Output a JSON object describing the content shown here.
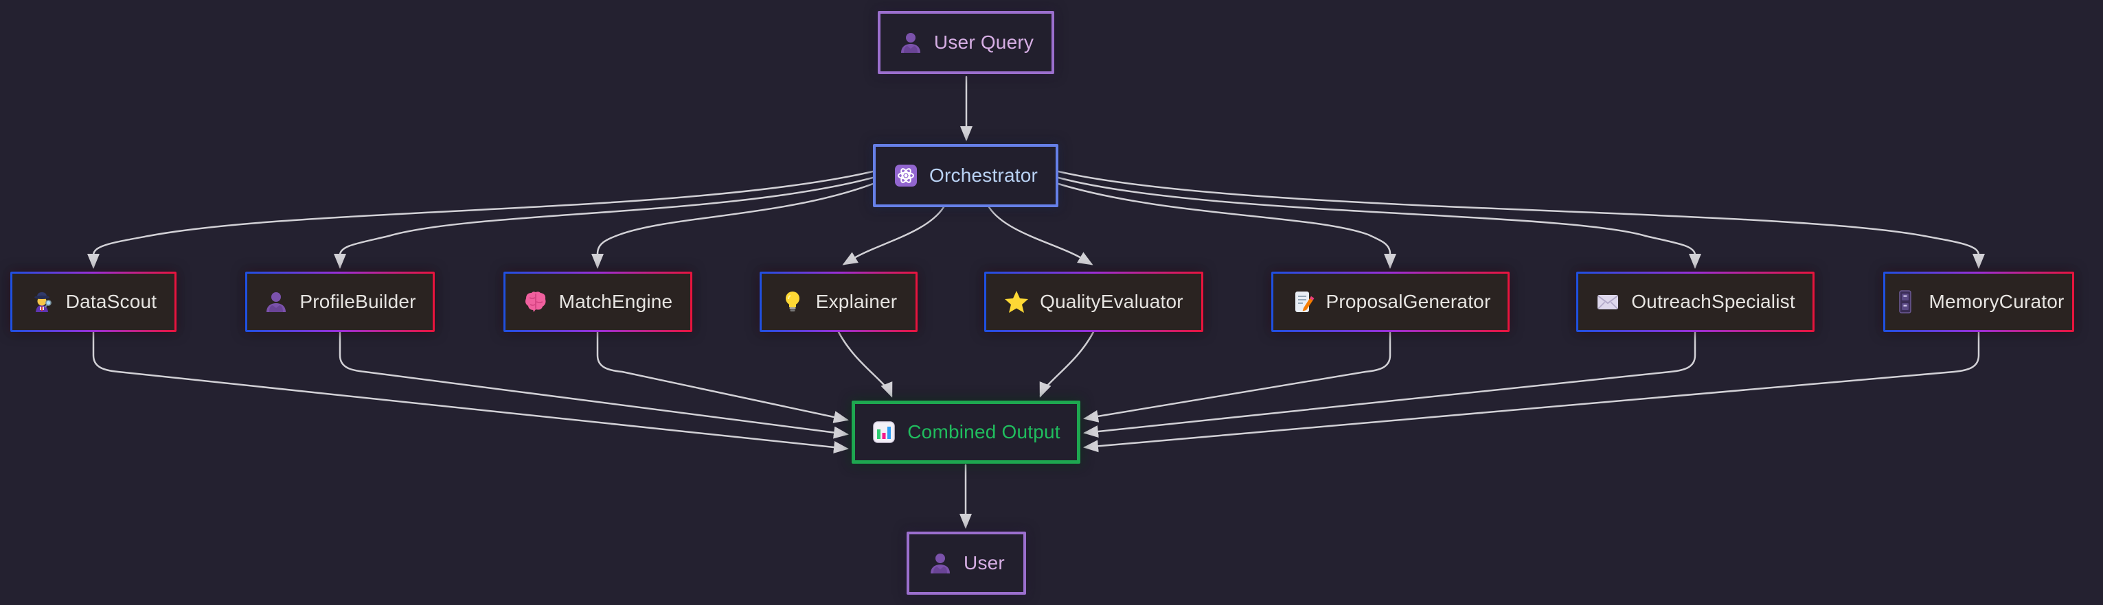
{
  "diagram": {
    "background_color": "#242130",
    "arrow_color": "#d2d1d6",
    "agent_border_gradient": [
      "#1e50e0",
      "#9b2fd6",
      "#e8143c"
    ],
    "agent_fill": "#2a2321"
  },
  "nodes": [
    {
      "id": "user_query",
      "label": "User Query",
      "icon": "user-icon",
      "border_color": "#9b6fce",
      "text_color": "#d6aee4"
    },
    {
      "id": "orchestrator",
      "label": "Orchestrator",
      "icon": "atom-icon",
      "border_color": "#6680e8",
      "text_color": "#b9d2f4"
    },
    {
      "id": "datascout",
      "label": "DataScout",
      "icon": "detective-icon",
      "text_color": "#e6e4e1"
    },
    {
      "id": "profilebuilder",
      "label": "ProfileBuilder",
      "icon": "user-icon",
      "text_color": "#e6e4e1"
    },
    {
      "id": "matchengine",
      "label": "MatchEngine",
      "icon": "brain-icon",
      "text_color": "#e6e4e1"
    },
    {
      "id": "explainer",
      "label": "Explainer",
      "icon": "lightbulb-icon",
      "text_color": "#e6e4e1"
    },
    {
      "id": "qualityevaluator",
      "label": "QualityEvaluator",
      "icon": "star-icon",
      "text_color": "#e6e4e1"
    },
    {
      "id": "proposalgenerator",
      "label": "ProposalGenerator",
      "icon": "memo-icon",
      "text_color": "#e6e4e1"
    },
    {
      "id": "outreachspecialist",
      "label": "OutreachSpecialist",
      "icon": "envelope-icon",
      "text_color": "#e6e4e1"
    },
    {
      "id": "memorycurator",
      "label": "MemoryCurator",
      "icon": "file-cabinet-icon",
      "text_color": "#e6e4e1"
    },
    {
      "id": "combined_output",
      "label": "Combined Output",
      "icon": "bar-chart-icon",
      "border_color": "#1ea750",
      "text_color": "#20bd5e"
    },
    {
      "id": "user",
      "label": "User",
      "icon": "user-icon",
      "border_color": "#9b6fce",
      "text_color": "#d6aee4"
    }
  ],
  "edges": [
    {
      "from": "User Query",
      "to": "Orchestrator"
    },
    {
      "from": "Orchestrator",
      "to": "DataScout"
    },
    {
      "from": "Orchestrator",
      "to": "ProfileBuilder"
    },
    {
      "from": "Orchestrator",
      "to": "MatchEngine"
    },
    {
      "from": "Orchestrator",
      "to": "Explainer"
    },
    {
      "from": "Orchestrator",
      "to": "QualityEvaluator"
    },
    {
      "from": "Orchestrator",
      "to": "ProposalGenerator"
    },
    {
      "from": "Orchestrator",
      "to": "OutreachSpecialist"
    },
    {
      "from": "Orchestrator",
      "to": "MemoryCurator"
    },
    {
      "from": "DataScout",
      "to": "Combined Output"
    },
    {
      "from": "ProfileBuilder",
      "to": "Combined Output"
    },
    {
      "from": "MatchEngine",
      "to": "Combined Output"
    },
    {
      "from": "Explainer",
      "to": "Combined Output"
    },
    {
      "from": "QualityEvaluator",
      "to": "Combined Output"
    },
    {
      "from": "ProposalGenerator",
      "to": "Combined Output"
    },
    {
      "from": "OutreachSpecialist",
      "to": "Combined Output"
    },
    {
      "from": "MemoryCurator",
      "to": "Combined Output"
    },
    {
      "from": "Combined Output",
      "to": "User"
    }
  ]
}
